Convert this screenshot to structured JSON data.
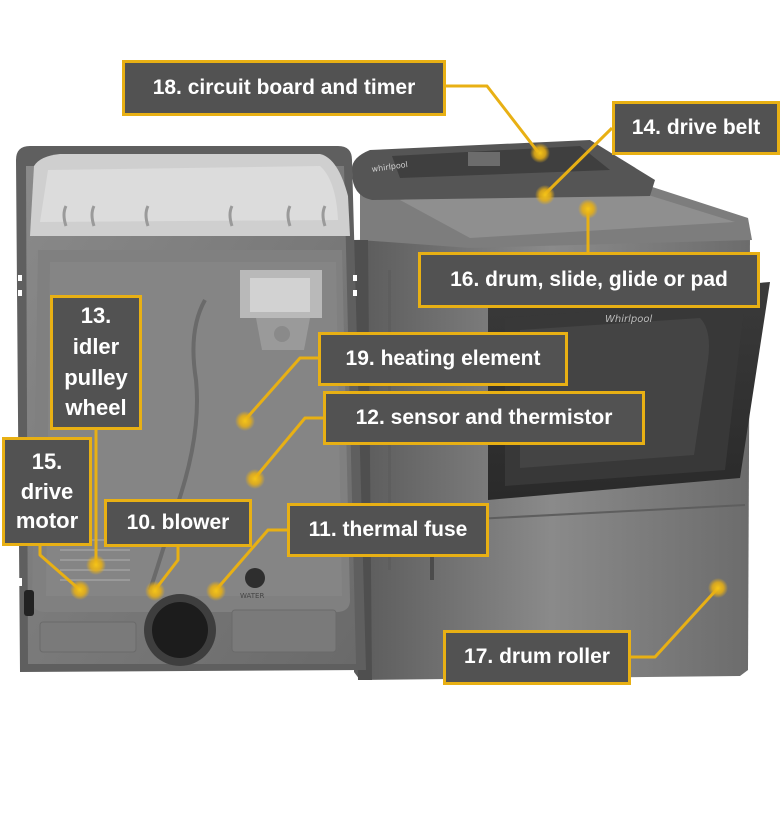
{
  "diagram": {
    "accent_color": "#e8b014",
    "label_background": "#525252",
    "appliance_color": "#6e6e6e",
    "labels": {
      "circuit_board": "18. circuit board and timer",
      "drive_belt": "14. drive belt",
      "drum_slide": "16. drum, slide, glide or pad",
      "idler_pulley": "13. idler pulley wheel",
      "heating_element": "19. heating element",
      "sensor": "12. sensor and thermistor",
      "drive_motor": "15. drive motor",
      "blower": "10. blower",
      "thermal_fuse": "11. thermal fuse",
      "drum_roller": "17. drum roller"
    },
    "panel_text": {
      "brand": "whirlpool",
      "front_brand": "Whirlpool",
      "water_label": "WATER"
    }
  }
}
